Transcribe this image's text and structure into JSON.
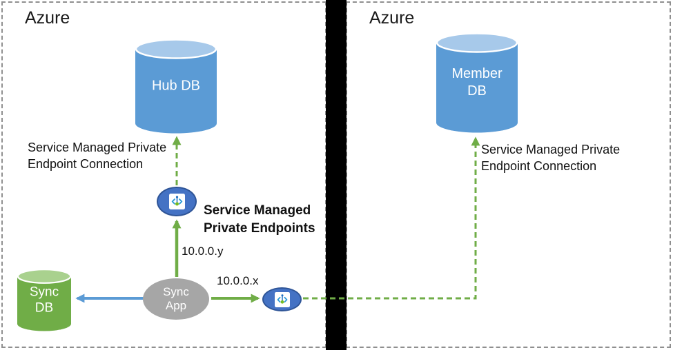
{
  "regions": {
    "left": {
      "title": "Azure"
    },
    "right": {
      "title": "Azure"
    }
  },
  "nodes": {
    "hub_db": {
      "label": "Hub DB"
    },
    "member_db": {
      "label": "Member DB"
    },
    "sync_db": {
      "label": "Sync DB"
    },
    "sync_app": {
      "label": "Sync App"
    }
  },
  "labels": {
    "left_connection": "Service Managed Private Endpoint Connection",
    "right_connection": "Service Managed Private Endpoint Connection",
    "private_endpoints": "Service Managed Private Endpoints",
    "ip_y": "10.0.0.y",
    "ip_x": "10.0.0.x"
  },
  "icons": {
    "private_endpoint": "private-endpoint-icon"
  },
  "colors": {
    "db_blue": "#5B9BD5",
    "db_blue_top": "#A7C9EA",
    "db_green": "#70AD47",
    "db_green_top": "#A9D18E",
    "app_gray": "#A6A6A6",
    "endpoint_fill": "#4472C4",
    "endpoint_border": "#2F5597",
    "arrow_green": "#70AD47",
    "arrow_blue": "#5B9BD5",
    "divider_black": "#000000",
    "region_border": "#8f8f8f"
  }
}
